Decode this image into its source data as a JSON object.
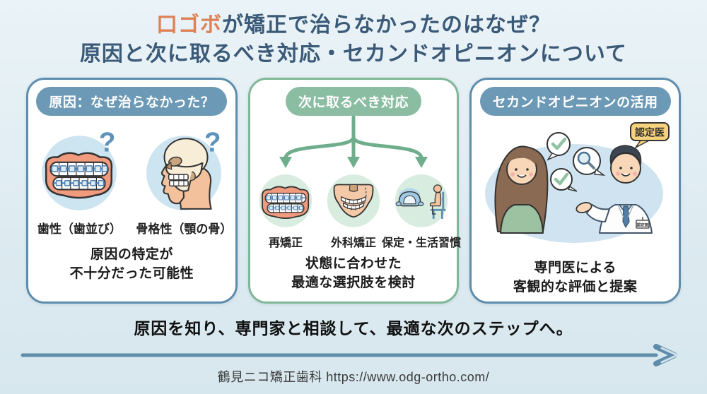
{
  "page": {
    "title_line1_highlight": "口ゴボ",
    "title_line1_rest": "が矯正で治らなかったのはなぜ？",
    "title_line2": "原因と次に取るべき対応・セカンドオピニオンについて",
    "bottom_message": "原因を知り、専門家と相談して、最適な次のステップへ。",
    "footer": "鶴見ニコ矯正歯科  https://www.odg-ortho.com/",
    "question_mark": "?"
  },
  "cards": [
    {
      "header": "原因：なぜ治らなかった？",
      "items": [
        {
          "label": "歯性（歯並び）",
          "icon": "teeth-braces-icon"
        },
        {
          "label": "骨格性（顎の骨）",
          "icon": "skull-profile-icon"
        }
      ],
      "summary": [
        "原因の特定が",
        "不十分だった可能性"
      ]
    },
    {
      "header": "次に取るべき対応",
      "items": [
        {
          "label": "再矯正",
          "icon": "teeth-braces-icon"
        },
        {
          "label": "外科矯正",
          "icon": "jaw-surgery-icon"
        },
        {
          "label": "保定・生活習慣",
          "icon": "retainer-posture-icon"
        }
      ],
      "summary": [
        "状態に合わせた",
        "最適な選択肢を検討"
      ]
    },
    {
      "header": "セカンドオピニオンの活用",
      "badge": "認定医",
      "name_tag": "認定医",
      "speech_bubbles": [
        "check-icon",
        "magnifier-icon",
        "check-icon"
      ],
      "summary": [
        "専門医による",
        "客観的な評価と提案"
      ]
    }
  ],
  "colors": {
    "background": "#ddebf1",
    "title_text": "#3b5a78",
    "accent_orange": "#dd8257",
    "blue_pill": "#6c99b5",
    "blue_border": "#5d8dad",
    "green_pill": "#8abda1",
    "green_border": "#7fb797",
    "green_arrow": "#6fae8c",
    "bottom_arrow": "#5f8cab",
    "badge_yellow": "#f6d27c"
  }
}
